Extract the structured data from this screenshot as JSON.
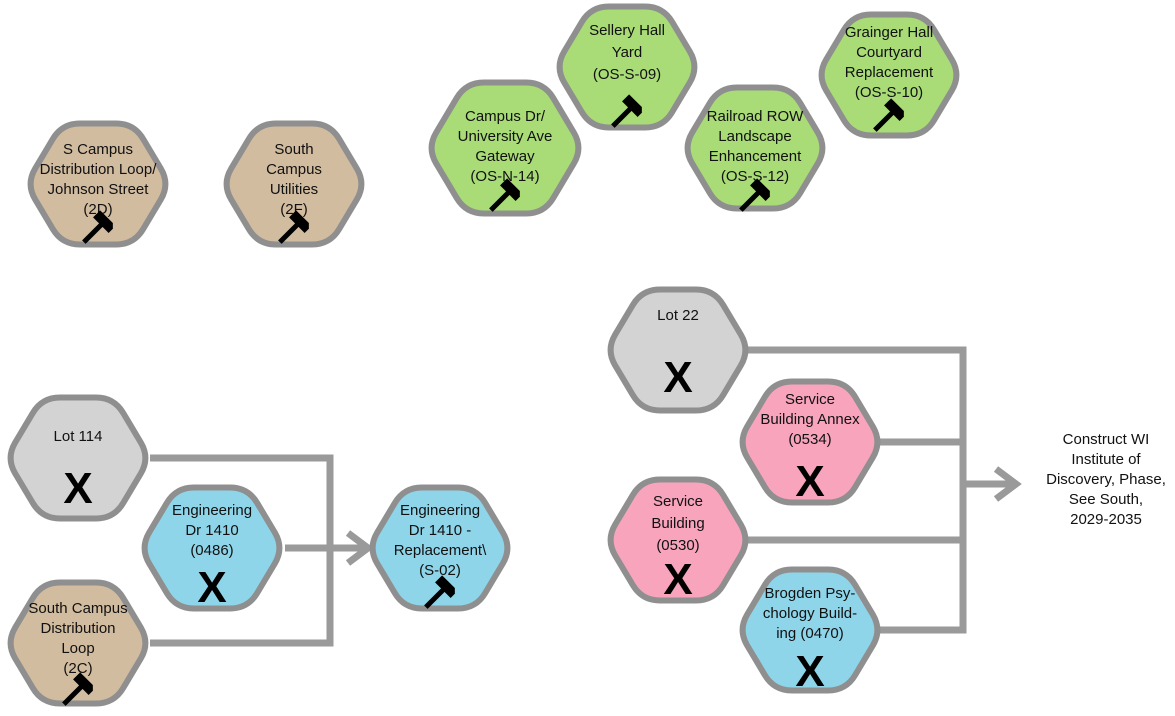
{
  "colors": {
    "utility": "#d2bca0",
    "open_space": "#a9dc77",
    "parking": "#d3d3d3",
    "academic": "#8fd5ea",
    "service": "#f8a4bd",
    "border": "#8f8f8f",
    "connector": "#9a9a9a"
  },
  "symbols": {
    "build": "hammer-icon",
    "demolish": "X"
  },
  "x_mark": "X",
  "projects": {
    "s_campus_loop_johnson": {
      "lines": [
        "S Campus",
        "Distribution Loop/",
        "Johnson Street",
        "(2D)"
      ],
      "category": "utility",
      "action": "build"
    },
    "south_campus_utilities": {
      "lines": [
        "South",
        "Campus",
        "Utilities",
        "(2F)"
      ],
      "category": "utility",
      "action": "build"
    },
    "campus_dr_university": {
      "lines": [
        "Campus Dr/",
        "University Ave",
        "Gateway",
        "(OS-N-14)"
      ],
      "category": "open_space",
      "action": "build"
    },
    "sellery_hall_yard": {
      "lines": [
        "Sellery Hall",
        "Yard",
        "(OS-S-09)"
      ],
      "category": "open_space",
      "action": "build"
    },
    "railroad_row": {
      "lines": [
        "Railroad ROW",
        "Landscape",
        "Enhancement",
        "(OS-S-12)"
      ],
      "category": "open_space",
      "action": "build"
    },
    "grainger_hall": {
      "lines": [
        "Grainger Hall",
        "Courtyard",
        "Replacement",
        "(OS-S-10)"
      ],
      "category": "open_space",
      "action": "build"
    },
    "lot_114": {
      "lines": [
        "Lot 114"
      ],
      "category": "parking",
      "action": "demolish"
    },
    "engineering_dr_1410": {
      "lines": [
        "Engineering",
        "Dr 1410",
        "(0486)"
      ],
      "category": "academic",
      "action": "demolish"
    },
    "south_campus_loop": {
      "lines": [
        "South Campus",
        "Distribution",
        "Loop",
        "(2C)"
      ],
      "category": "utility",
      "action": "build"
    },
    "engineering_dr_replacement": {
      "lines": [
        "Engineering",
        "Dr 1410 -",
        "Replacement\\",
        "(S-02)"
      ],
      "category": "academic",
      "action": "build"
    },
    "lot_22": {
      "lines": [
        "Lot 22"
      ],
      "category": "parking",
      "action": "demolish"
    },
    "service_building_annex": {
      "lines": [
        "Service",
        "Building Annex",
        "(0534)"
      ],
      "category": "service",
      "action": "demolish"
    },
    "service_building": {
      "lines": [
        "Service",
        "Building",
        "(0530)"
      ],
      "category": "service",
      "action": "demolish"
    },
    "brogden_psychology": {
      "lines": [
        "Brogden Psy-",
        "chology Build-",
        "ing",
        "(0470)"
      ],
      "category": "academic",
      "action": "demolish"
    }
  },
  "target": {
    "lines": [
      "Construct WI",
      "Institute of",
      "Discovery, Phase,",
      "See South,",
      "2029-2035"
    ]
  }
}
